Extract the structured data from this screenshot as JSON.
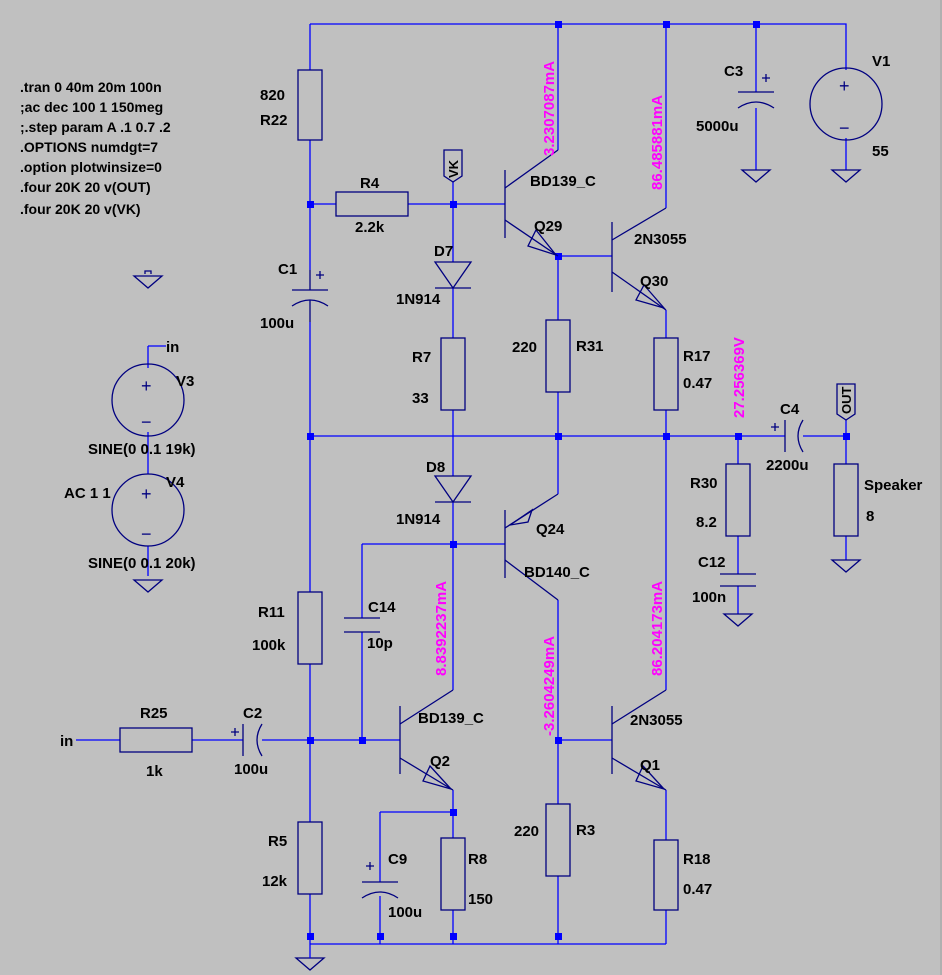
{
  "schematic": {
    "directives": [
      ".tran 0 40m 20m 100n",
      ";ac dec 100 1 150meg",
      ";.step param A .1 0.7 .2",
      ".OPTIONS numdgt=7",
      ".option plotwinsize=0",
      ".four 20K 20 v(OUT)",
      ".four 20K 20 v(VK)"
    ],
    "components": {
      "R22": {
        "name": "R22",
        "value": "820"
      },
      "R4": {
        "name": "R4",
        "value": "2.2k"
      },
      "R7": {
        "name": "R7",
        "value": "33"
      },
      "R31": {
        "name": "R31",
        "value": "220"
      },
      "R17": {
        "name": "R17",
        "value": "0.47"
      },
      "R30": {
        "name": "R30",
        "value": "8.2"
      },
      "R11": {
        "name": "R11",
        "value": "100k"
      },
      "R25": {
        "name": "R25",
        "value": "1k"
      },
      "R5": {
        "name": "R5",
        "value": "12k"
      },
      "R8": {
        "name": "R8",
        "value": "150"
      },
      "R3": {
        "name": "R3",
        "value": "220"
      },
      "R18": {
        "name": "R18",
        "value": "0.47"
      },
      "Speaker": {
        "name": "Speaker",
        "value": "8"
      },
      "C1": {
        "name": "C1",
        "value": "100u"
      },
      "C2": {
        "name": "C2",
        "value": "100u"
      },
      "C3": {
        "name": "C3",
        "value": "5000u"
      },
      "C4": {
        "name": "C4",
        "value": "2200u"
      },
      "C9": {
        "name": "C9",
        "value": "100u"
      },
      "C12": {
        "name": "C12",
        "value": "100n"
      },
      "C14": {
        "name": "C14",
        "value": "10p"
      },
      "D7": {
        "name": "D7",
        "value": "1N914"
      },
      "D8": {
        "name": "D8",
        "value": "1N914"
      },
      "Q29": {
        "name": "Q29",
        "value": "BD139_C"
      },
      "Q30": {
        "name": "Q30",
        "value": "2N3055"
      },
      "Q24": {
        "name": "Q24",
        "value": "BD140_C"
      },
      "Q2": {
        "name": "Q2",
        "value": "BD139_C"
      },
      "Q1": {
        "name": "Q1",
        "value": "2N3055"
      },
      "V1": {
        "name": "V1",
        "value": "55"
      },
      "V3": {
        "name": "V3",
        "value": "SINE(0 0.1 19k)"
      },
      "V4": {
        "name": "V4",
        "value": "SINE(0 0.1 20k)",
        "ac": "AC 1 1"
      }
    },
    "net_labels": {
      "in_v3": "in",
      "in_input": "in",
      "vk": "VK",
      "out": "OUT"
    },
    "measurements": {
      "q29_collector": "3.2307087mA",
      "q30_collector": "86.485881mA",
      "out_node_voltage": "27.256369V",
      "q2_collector": "8.8392237mA",
      "q24_collector": "-3.2604249mA",
      "q1_collector": "86.204173mA"
    },
    "symbols": {
      "plus": "+",
      "minus": "−"
    },
    "colors": {
      "background": "#c0c0c0",
      "wire": "#0000ff",
      "symbol": "#000080",
      "measurement": "#ff00ff",
      "text": "#000000"
    }
  }
}
